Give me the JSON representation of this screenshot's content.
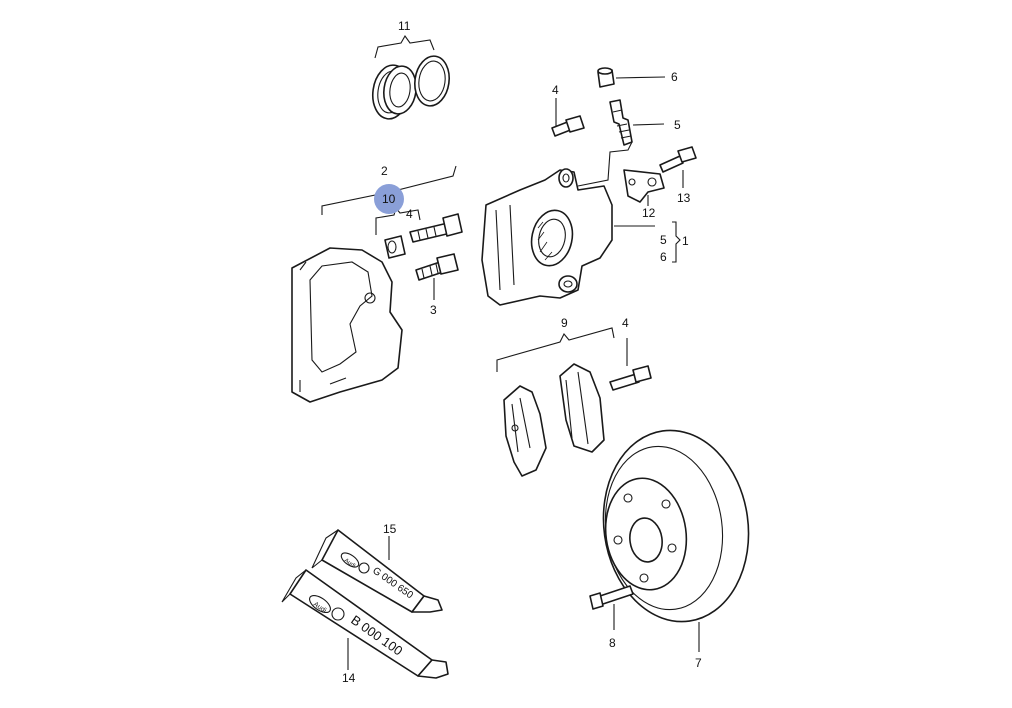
{
  "callouts": {
    "c1": "1",
    "c2": "2",
    "c3": "3",
    "c4_caliper_bolt": "4",
    "c4_bracket": "4",
    "c4_pad_bolt": "4",
    "c5_nipple": "5",
    "c5_group": "5",
    "c6_cap": "6",
    "c6_group": "6",
    "c7": "7",
    "c8": "8",
    "c9": "9",
    "c10_highlighted": "10",
    "c11": "11",
    "c12": "12",
    "c13": "13",
    "c14": "14",
    "c15": "15"
  },
  "tubes": {
    "upper_label": "G 000 650",
    "lower_label": "B 000 100",
    "brand_badge": "Audi"
  },
  "colors": {
    "highlight": "#8a9fd8",
    "line": "#1a1a1a",
    "background": "#ffffff"
  }
}
